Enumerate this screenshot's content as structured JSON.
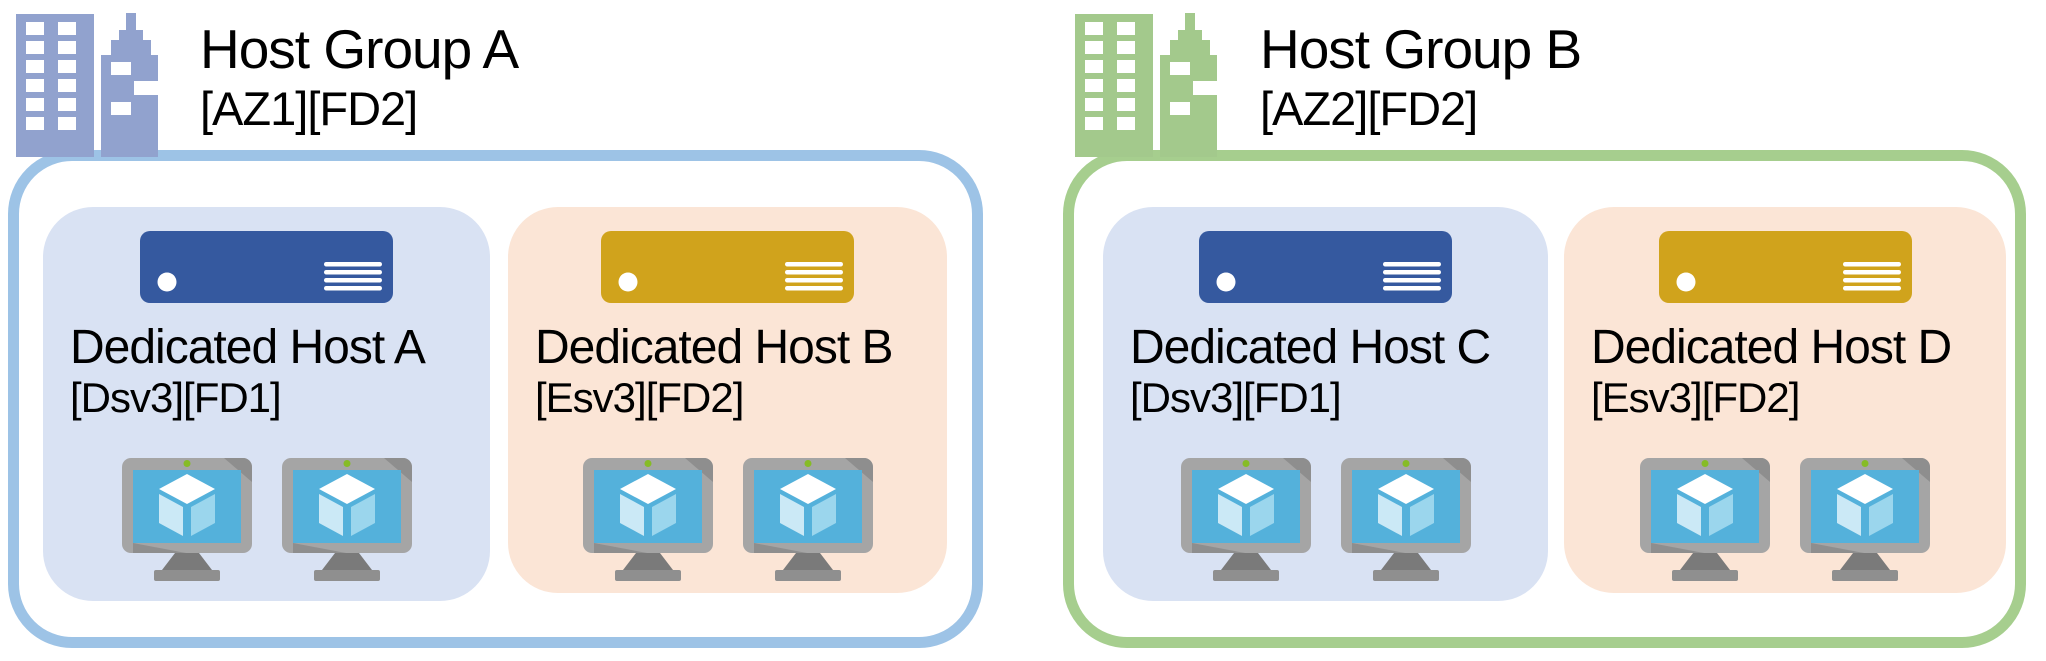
{
  "colors": {
    "background": "#ffffff",
    "text": "#000000",
    "group_a_border": "#9DC3E6",
    "group_b_border": "#A6CE8E",
    "building_a": "#91A2CE",
    "building_b": "#A3C98C",
    "host_blue_bg": "#D9E2F3",
    "host_peach_bg": "#FBE5D6",
    "server_blue": "#35599F",
    "server_gold": "#D0A31C",
    "vm_bezel": "#A5A5A5",
    "vm_bezel_dark": "#8E8E8E",
    "vm_screen": "#54B1DB",
    "vm_cube_top": "#FFFFFF",
    "vm_cube_left": "#CBE9F6",
    "vm_cube_right": "#9BD6ED",
    "vm_stand": "#7A7A7A",
    "vm_base": "#8F8F8F",
    "vm_led": "#86BC25"
  },
  "groups": [
    {
      "title": "Host Group A",
      "subtitle": "[AZ1][FD2]",
      "hosts": [
        {
          "title": "Dedicated Host A",
          "subtitle": "[Dsv3][FD1]",
          "color": "blue",
          "vm_count": 2
        },
        {
          "title": "Dedicated Host B",
          "subtitle": "[Esv3][FD2]",
          "color": "peach",
          "vm_count": 2
        }
      ]
    },
    {
      "title": "Host Group B",
      "subtitle": "[AZ2][FD2]",
      "hosts": [
        {
          "title": "Dedicated Host C",
          "subtitle": "[Dsv3][FD1]",
          "color": "blue",
          "vm_count": 2
        },
        {
          "title": "Dedicated Host D",
          "subtitle": "[Esv3][FD2]",
          "color": "peach",
          "vm_count": 2
        }
      ]
    }
  ]
}
